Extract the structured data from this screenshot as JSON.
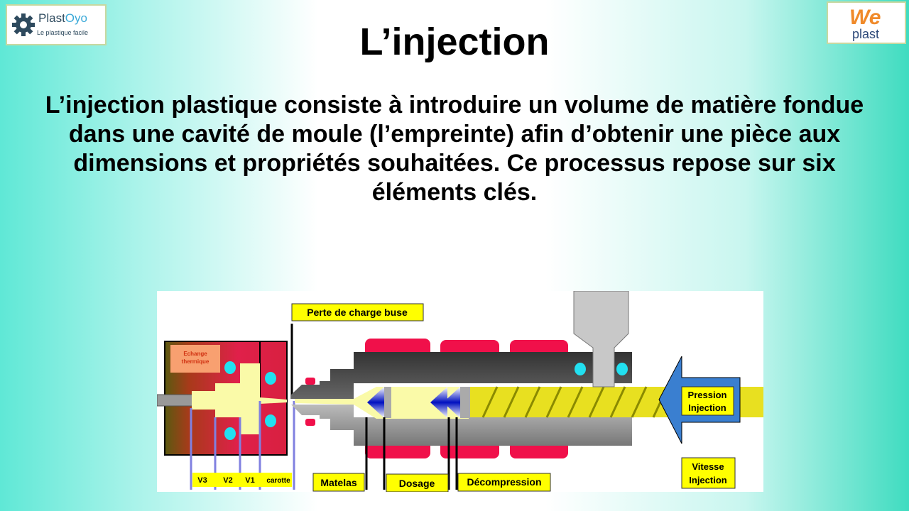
{
  "logos": {
    "left": {
      "name": "PlastOyo",
      "name_a": "Plast",
      "name_b": "Oyo",
      "tagline": "Le plastique facile"
    },
    "right": {
      "name_a": "We",
      "name_b": "plast"
    }
  },
  "title": "L’injection",
  "intro": "L’injection plastique consiste à introduire un volume de matière fondue dans une cavité de moule (l’empreinte) afin d’obtenir une pièce aux dimensions et propriétés souhaitées. Ce processus repose sur six éléments clés.",
  "diagram": {
    "echange": [
      "Echange",
      "thermique"
    ],
    "perte": "Perte de charge buse",
    "zones": [
      "V3",
      "V2",
      "V1",
      "carotte"
    ],
    "matelas": "Matelas",
    "dosage": "Dosage",
    "decompression": "Décompression",
    "pression": [
      "Pression",
      "Injection"
    ],
    "vitesse": [
      "Vitesse",
      "Injection"
    ],
    "colors": {
      "label_bg": "#ffff00",
      "heater": "#f0104a",
      "melt": "#fafaa8",
      "cooling": "#22e0f0",
      "arrow": "#3a7fd0"
    }
  }
}
